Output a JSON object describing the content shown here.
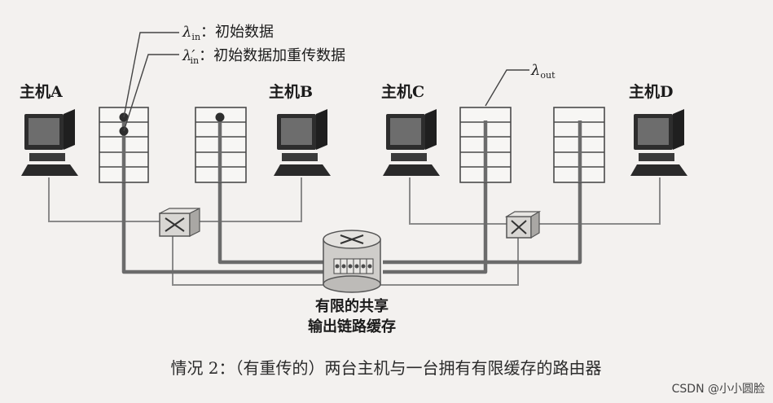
{
  "hosts": {
    "a": "主机A",
    "b": "主机B",
    "c": "主机C",
    "d": "主机D"
  },
  "legend": {
    "lambda_in_symbol": "λ",
    "lambda_in_sub": "in",
    "lambda_in_text": "：初始数据",
    "lambda_in_prime_symbol": "λ′",
    "lambda_in_prime_sub": "in",
    "lambda_in_prime_text": "：初始数据加重传数据",
    "lambda_out_symbol": "λ",
    "lambda_out_sub": "out"
  },
  "router_label": {
    "line1": "有限的共享",
    "line2": "输出链路缓存"
  },
  "caption": "情况 2：（有重传的）两台主机与一台拥有有限缓存的路由器",
  "watermark": "CSDN @小小圆脸",
  "colors": {
    "background": "#f3f1ef",
    "flow_line": "#6b6b6b",
    "thin_line": "#8a8a8a",
    "monitor": "#2d2d2d"
  }
}
